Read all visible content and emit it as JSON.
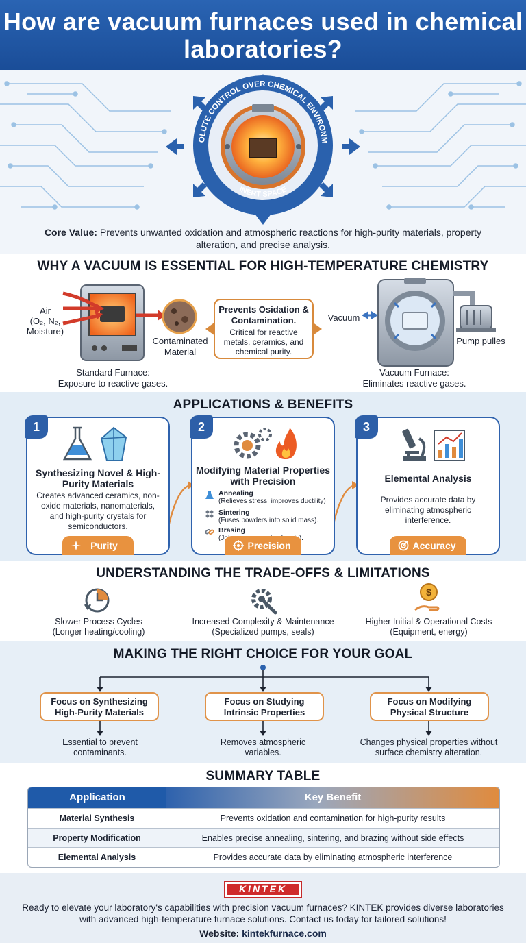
{
  "header": {
    "title": "How are vacuum furnaces used in chemical laboratories?"
  },
  "hero": {
    "ring_top_text": "ABSOLUTE CONTROL OVER CHEMICAL ENVIRONMENT",
    "ring_bottom_text": "INERT SPACE",
    "core_label": "Core Value:",
    "core_text": "Prevents unwanted oxidation and atmospheric reactions for high-purity materials, property alteration, and precise analysis."
  },
  "why": {
    "title": "WHY A VACUUM IS ESSENTIAL FOR HIGH-TEMPERATURE CHEMISTRY",
    "air_label_1": "Air",
    "air_label_2": "(O₂, N₂,",
    "air_label_3": "Moisture)",
    "contaminated_1": "Contaminated",
    "contaminated_2": "Material",
    "standard_title": "Standard Furnace:",
    "standard_desc": "Exposure to reactive gases.",
    "callout_title": "Prevents Osidation & Contamination.",
    "callout_desc": "Critical for reactive metals, ceramics, and chemical purity.",
    "vacuum_label": "Vacuum",
    "pump_label": "Pump pulles",
    "vacuum_title": "Vacuum Furnace:",
    "vacuum_desc": "Eliminates reactive gases."
  },
  "apps": {
    "title": "APPLICATIONS & BENEFITS",
    "cards": [
      {
        "num": "1",
        "title": "Synthesizing Novel & High-Purity Materials",
        "desc": "Creates advanced ceramics, non-oxide materials, nanomaterials, and high-purity crystals for semiconductors.",
        "badge": "Purity"
      },
      {
        "num": "2",
        "title": "Modifying Material Properties with Precision",
        "badge": "Precision",
        "items": [
          {
            "h": "Annealing",
            "d": "(Relieves stress, improves ductility)"
          },
          {
            "h": "Sintering",
            "d": "(Fuses powders into solid mass)."
          },
          {
            "h": "Brasing",
            "d": "(Joins components cleanly)."
          }
        ]
      },
      {
        "num": "3",
        "title": "Elemental Analysis",
        "desc": "Provides accurate data by eliminating atmospheric interference.",
        "badge": "Accuracy"
      }
    ]
  },
  "trade": {
    "title": "UNDERSTANDING THE TRADE-OFFS & LIMITATIONS",
    "items": [
      {
        "l1": "Slower Process Cycles",
        "l2": "(Longer heating/cooling)"
      },
      {
        "l1": "Increased Complexity & Maintenance",
        "l2": "(Specialized pumps, seals)"
      },
      {
        "l1": "Higher Initial & Operational Costs",
        "l2": "(Equipment, energy)"
      }
    ]
  },
  "choice": {
    "title": "MAKING THE RIGHT CHOICE FOR YOUR GOAL",
    "items": [
      {
        "box": "Focus on Synthesizing High-Purity Materials",
        "desc": "Essential to prevent contaminants."
      },
      {
        "box": "Focus on Studying Intrinsic Properties",
        "desc": "Removes atmospheric variables."
      },
      {
        "box": "Focus on Modifying Physical Structure",
        "desc": "Changes physical properties without surface chemistry alteration."
      }
    ]
  },
  "summary": {
    "title": "SUMMARY TABLE",
    "headers": [
      "Application",
      "Key Benefit"
    ],
    "rows": [
      [
        "Material Synthesis",
        "Prevents oxidation and contamination for high-purity results"
      ],
      [
        "Property Modification",
        "Enables precise annealing, sintering, and brazing without side effects"
      ],
      [
        "Elemental Analysis",
        "Provides accurate data by eliminating atmospheric interference"
      ]
    ]
  },
  "footer": {
    "logo": "KINTEK",
    "text": "Ready to elevate your laboratory's capabilities with precision vacuum furnaces? KINTEK provides diverse laboratories with advanced high-temperature furnace solutions. Contact us today for tailored solutions!",
    "website_label": "Website:",
    "website": "kintekfurnace.com"
  }
}
